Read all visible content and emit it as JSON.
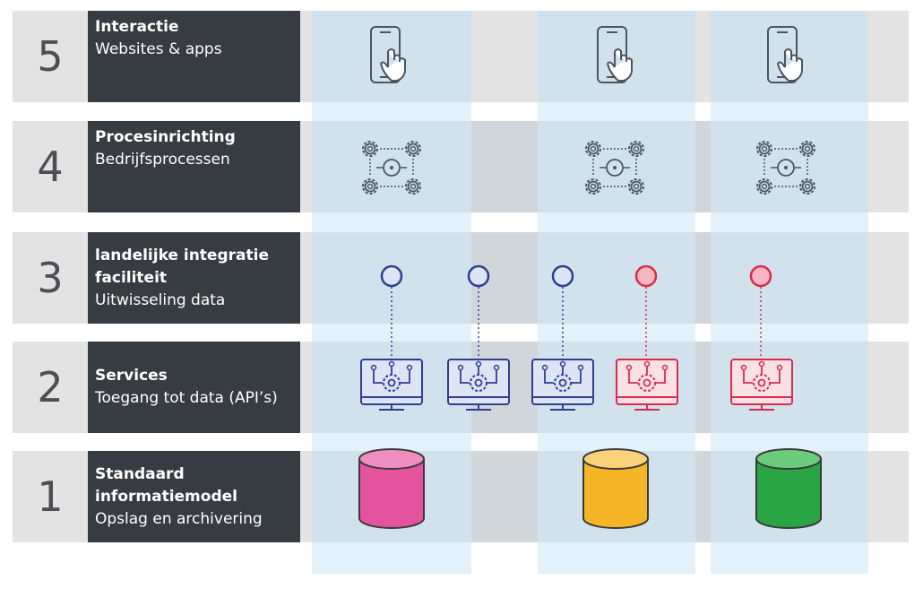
{
  "layers": [
    {
      "number": "5",
      "title": "Interactie",
      "subtitle": "Websites & apps"
    },
    {
      "number": "4",
      "title": "Procesinrichting",
      "subtitle": "Bedrijfsprocessen"
    },
    {
      "number": "3",
      "title": "landelijke integratie faciliteit",
      "subtitle": "Uitwisseling data"
    },
    {
      "number": "2",
      "title": "Services",
      "subtitle": "Toegang tot data (API’s)"
    },
    {
      "number": "1",
      "title": "Standaard informatiemodel",
      "subtitle": "Opslag en archivering"
    }
  ],
  "icons": {
    "interaction": "phone-tap-icon",
    "process": "gears-network-icon",
    "integration": "connection-node-icon",
    "service": "api-monitor-icon",
    "storage": "database-cylinder-icon"
  },
  "colors": {
    "label_bg": "#373c43",
    "band_bg": "#e3e3e3",
    "column_bg": "#e3f1fa",
    "blue": "#2f3f8f",
    "red": "#d72d4b",
    "magenta": "#e4549e",
    "yellow": "#f5b526",
    "green": "#2aa546"
  }
}
